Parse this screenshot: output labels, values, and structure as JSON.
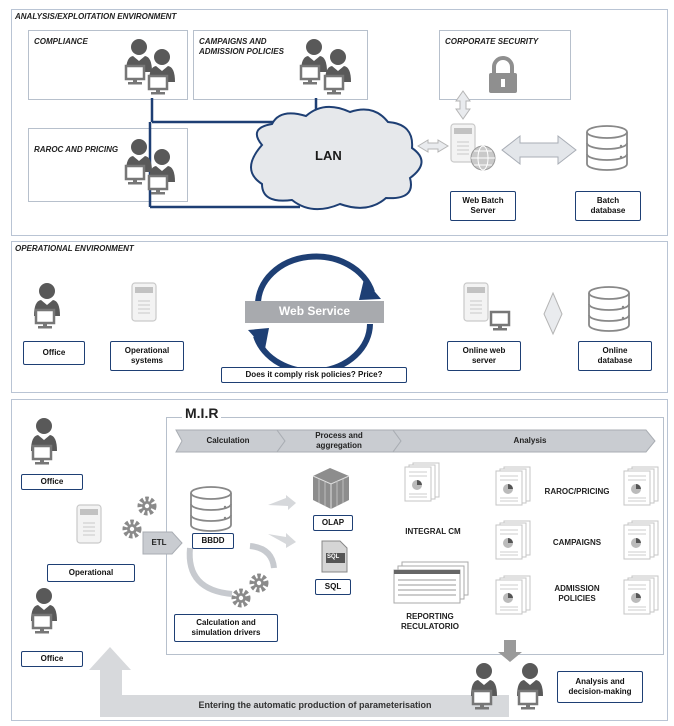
{
  "analysis": {
    "title": "ANALYSIS/EXPLOITATION ENVIRONMENT",
    "compliance": "COMPLIANCE",
    "campaigns_line1": "CAMPAIGNS AND",
    "campaigns_line2": "ADMISSION POLICIES",
    "corporate_security": "CORPORATE SECURITY",
    "raroc_pricing": "RAROC AND PRICING",
    "lan": "LAN",
    "web_batch_line1": "Web Batch",
    "web_batch_line2": "Server",
    "batch_db_line1": "Batch",
    "batch_db_line2": "database"
  },
  "operational": {
    "title": "OPERATIONAL ENVIRONMENT",
    "office": "Office",
    "op_systems_line1": "Operational",
    "op_systems_line2": "systems",
    "web_service": "Web Service",
    "question": "Does it comply risk policies? Price?",
    "online_web_line1": "Online web",
    "online_web_line2": "server",
    "online_db_line1": "Online",
    "online_db_line2": "database"
  },
  "mir": {
    "title": "M.I.R",
    "calculation": "Calculation",
    "process_line1": "Process and",
    "process_line2": "aggregation",
    "analysis": "Analysis",
    "office_top": "Office",
    "operational": "Operational",
    "office_bottom": "Office",
    "etl": "ETL",
    "bbdd": "BBDD",
    "olap": "OLAP",
    "sql": "SQL",
    "sql_icon_text": "SQL",
    "integral_cm": "INTEGRAL CM",
    "reporting_line1": "REPORTING",
    "reporting_line2": "RECULATORIO",
    "raroc_pricing": "RAROC/PRICING",
    "campaigns": "CAMPAIGNS",
    "admission_line1": "ADMISSION",
    "admission_line2": "POLICIES",
    "calc_drivers_line1": "Calculation and",
    "calc_drivers_line2": "simulation drivers",
    "analysis_decision_line1": "Analysis and",
    "analysis_decision_line2": "decision-making",
    "entering": "Entering the automatic production of parameterisation"
  },
  "colors": {
    "navy": "#1e3f74",
    "panel_border": "#b9c4d4",
    "chevron": "#c9ccd1",
    "person": "#595959",
    "monitor": "#777777",
    "gear": "#8a8a8a",
    "cloud": "#e6e8eb"
  }
}
